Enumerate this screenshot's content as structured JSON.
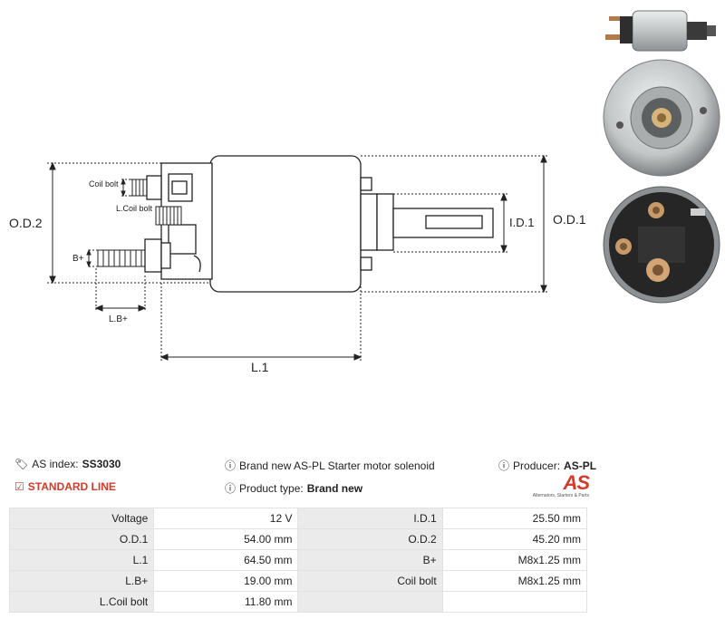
{
  "drawing": {
    "labels": {
      "od2": "O.D.2",
      "od1": "O.D.1",
      "id1": "I.D.1",
      "l1": "L.1",
      "lbplus": "L.B+",
      "bplus": "B+",
      "coil_bolt": "Coil bolt",
      "l_coil_bolt": "L.Coil bolt"
    }
  },
  "info": {
    "as_index_label": "AS index:",
    "as_index_value": "SS3030",
    "line": "STANDARD LINE",
    "description": "Brand new AS-PL Starter motor solenoid",
    "product_type_label": "Product type:",
    "product_type_value": "Brand new",
    "producer_label": "Producer:",
    "producer_value": "AS-PL"
  },
  "logo": {
    "mark": "AS",
    "tagline": "Alternators, Starters & Parts"
  },
  "specs": [
    {
      "k1": "Voltage",
      "v1": "12 V",
      "k2": "I.D.1",
      "v2": "25.50 mm"
    },
    {
      "k1": "O.D.1",
      "v1": "54.00 mm",
      "k2": "O.D.2",
      "v2": "45.20 mm"
    },
    {
      "k1": "L.1",
      "v1": "64.50 mm",
      "k2": "B+",
      "v2": "M8x1.25 mm"
    },
    {
      "k1": "L.B+",
      "v1": "19.00 mm",
      "k2": "Coil bolt",
      "v2": "M8x1.25 mm"
    },
    {
      "k1": "L.Coil bolt",
      "v1": "11.80 mm",
      "k2": "",
      "v2": ""
    }
  ],
  "icons": {
    "tag": "tag-icon",
    "check": "checkbox-icon",
    "info": "info-icon"
  },
  "colors": {
    "accent": "#d63a2a",
    "table_key_bg": "#ebebeb"
  }
}
